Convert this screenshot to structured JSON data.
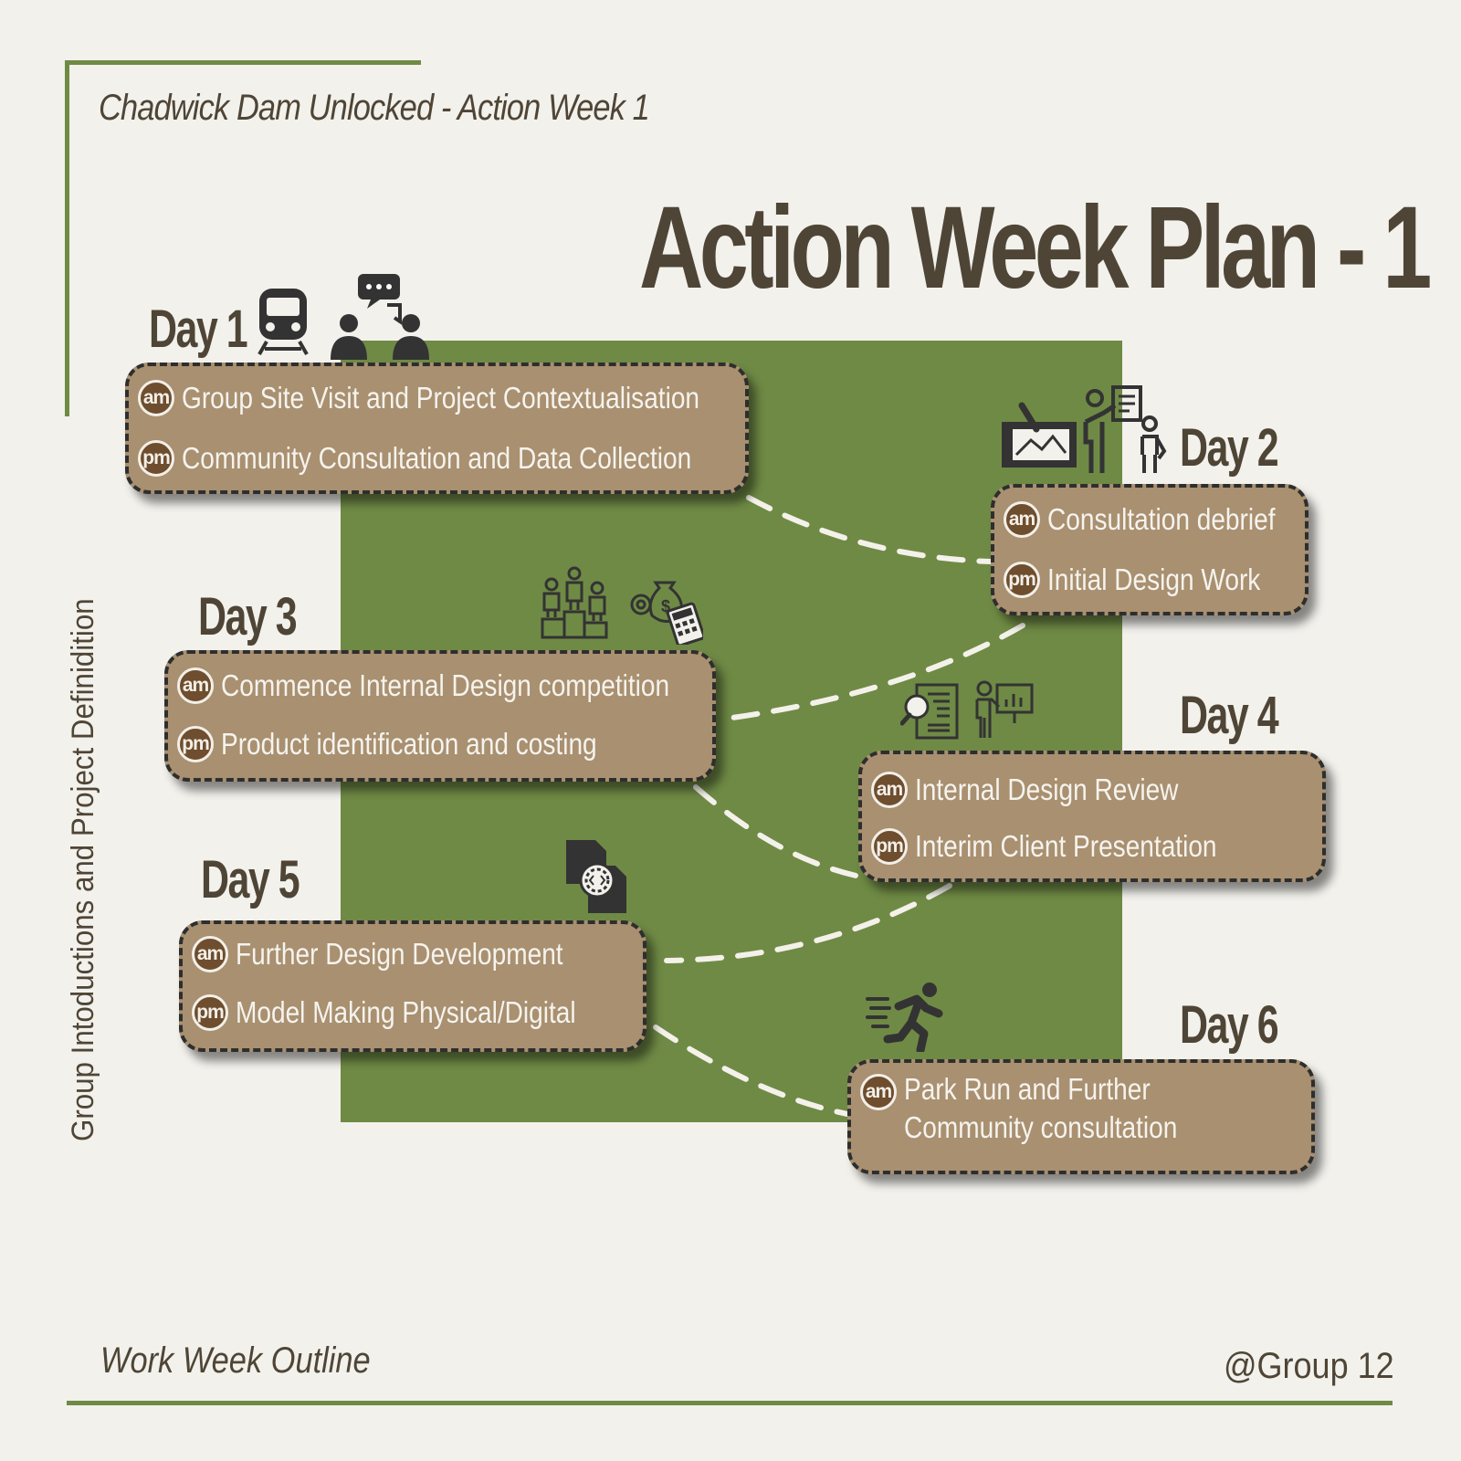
{
  "header": {
    "subtitle": "Chadwick Dam Unlocked - Action Week 1",
    "title": "Action Week Plan - 1"
  },
  "side_label": "Group Intoductions and Project Definidition",
  "footer": {
    "left": "Work Week Outline",
    "right": "@Group 12"
  },
  "colors": {
    "accent_green": "#6f8a45",
    "card_tan": "#a89070",
    "text_dark": "#4f4536",
    "badge_brown": "#6e4e2e"
  },
  "days": [
    {
      "label": "Day 1",
      "icons": [
        "train-icon",
        "people-chat-icon"
      ],
      "items": [
        {
          "badge": "am",
          "text": "Group Site Visit and Project Contextualisation"
        },
        {
          "badge": "pm",
          "text": "Community Consultation and Data Collection"
        }
      ]
    },
    {
      "label": "Day 2",
      "icons": [
        "blueprint-icon",
        "presenter-icon"
      ],
      "items": [
        {
          "badge": "am",
          "text": "Consultation debrief"
        },
        {
          "badge": "pm",
          "text": "Initial Design Work"
        }
      ]
    },
    {
      "label": "Day 3",
      "icons": [
        "podium-icon",
        "money-calculator-icon"
      ],
      "items": [
        {
          "badge": "am",
          "text": "Commence Internal Design competition"
        },
        {
          "badge": "pm",
          "text": "Product identification and costing"
        }
      ]
    },
    {
      "label": "Day 4",
      "icons": [
        "document-search-icon",
        "presentation-chart-icon"
      ],
      "items": [
        {
          "badge": "am",
          "text": "Internal Design Review"
        },
        {
          "badge": "pm",
          "text": "Interim Client Presentation"
        }
      ]
    },
    {
      "label": "Day 5",
      "icons": [
        "code-settings-file-icon"
      ],
      "items": [
        {
          "badge": "am",
          "text": "Further Design Development"
        },
        {
          "badge": "pm",
          "text": "Model Making Physical/Digital"
        }
      ]
    },
    {
      "label": "Day 6",
      "icons": [
        "runner-icon"
      ],
      "items": [
        {
          "badge": "am",
          "text": "Park Run and Further",
          "text2": "Community consultation"
        }
      ]
    }
  ]
}
